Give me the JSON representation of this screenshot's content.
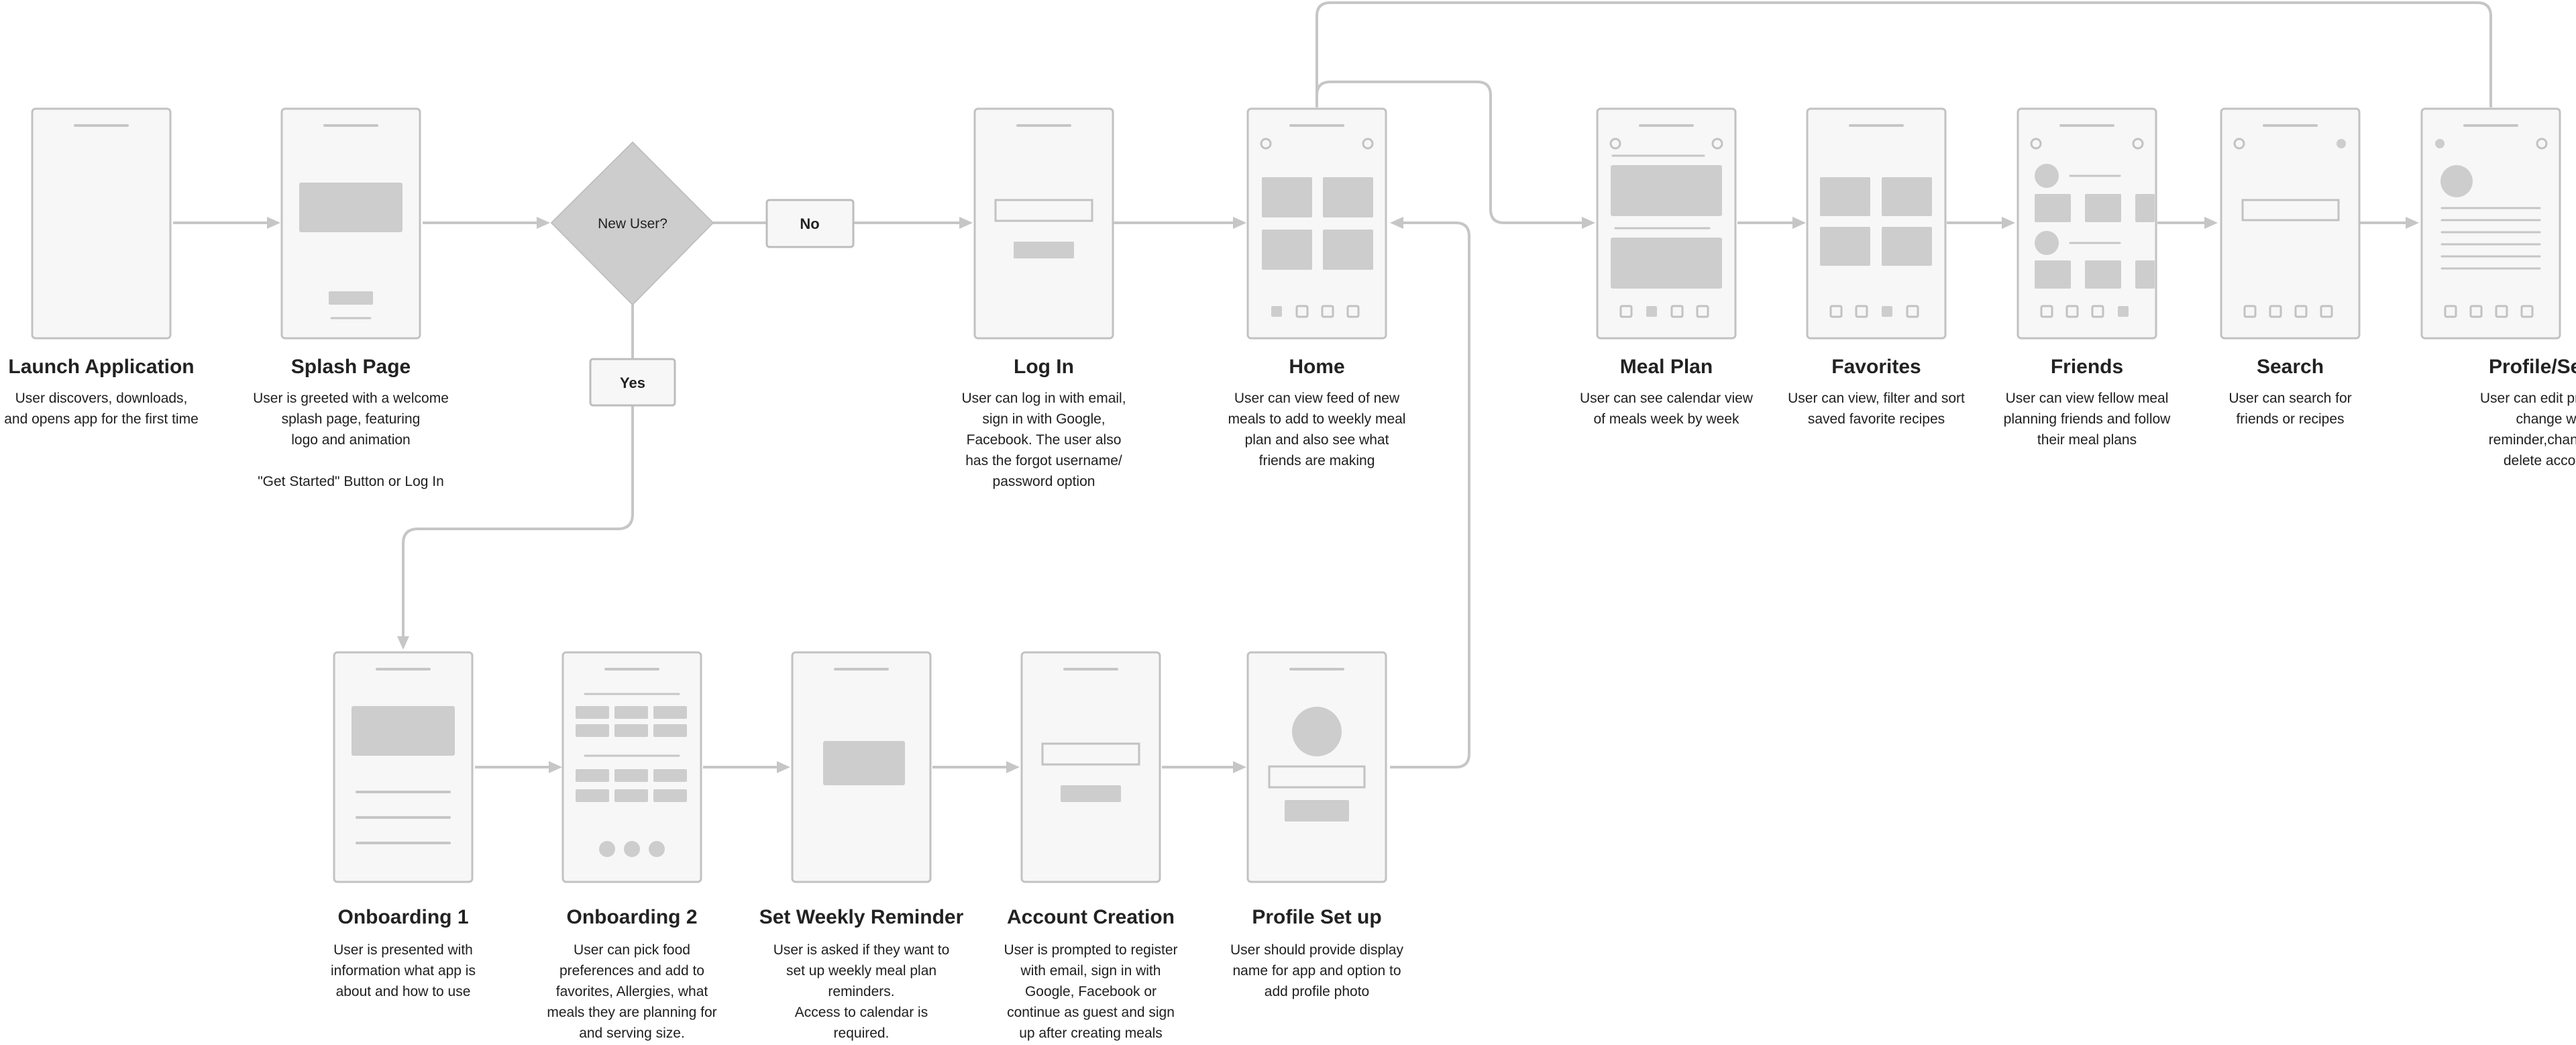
{
  "decision": {
    "label": "New User?",
    "no_label": "No",
    "yes_label": "Yes"
  },
  "screens": [
    {
      "id": "launch",
      "title": "Launch Application",
      "desc": "User discovers, downloads,\nand opens app for the first time"
    },
    {
      "id": "splash",
      "title": "Splash Page",
      "desc": "User is greeted with a welcome\nsplash page, featuring\nlogo and animation\n\n\"Get Started\" Button or Log In"
    },
    {
      "id": "login",
      "title": "Log In",
      "desc": "User can log in with email,\nsign in with Google,\nFacebook.  The user also\nhas the forgot username/\npassword option"
    },
    {
      "id": "home",
      "title": "Home",
      "desc": "User can view feed of new\nmeals to add to weekly meal\nplan and also see what\nfriends are making"
    },
    {
      "id": "mealplan",
      "title": "Meal Plan",
      "desc": "User can see calendar view\nof meals week by week"
    },
    {
      "id": "favorites",
      "title": "Favorites",
      "desc": "User can view, filter and sort\nsaved favorite recipes"
    },
    {
      "id": "friends",
      "title": "Friends",
      "desc": "User can view fellow meal\nplanning friends and follow\ntheir meal plans"
    },
    {
      "id": "search",
      "title": "Search",
      "desc": "User can search for\nfriends or recipes"
    },
    {
      "id": "profile",
      "title": "Profile/Settings",
      "desc": "User can edit preferences,\nchange weekly\nreminder,change photo,\ndelete account etc."
    },
    {
      "id": "onb1",
      "title": "Onboarding 1",
      "desc": "User is presented with\ninformation what app is\nabout and how to use"
    },
    {
      "id": "onb2",
      "title": "Onboarding 2",
      "desc": "User can pick food\npreferences and add to\nfavorites, Allergies, what\nmeals they are planning for\nand serving size."
    },
    {
      "id": "reminder",
      "title": "Set Weekly Reminder",
      "desc": "User is asked if they want to\nset up weekly meal plan\nreminders.\nAccess to calendar is\nrequired."
    },
    {
      "id": "account",
      "title": "Account Creation",
      "desc": "User is prompted to register\nwith email, sign in with\nGoogle, Facebook or\ncontinue as guest and sign\nup after creating meals"
    },
    {
      "id": "profilesetup",
      "title": "Profile Set up",
      "desc": "User should provide display\nname for app and option to\nadd profile photo"
    }
  ]
}
